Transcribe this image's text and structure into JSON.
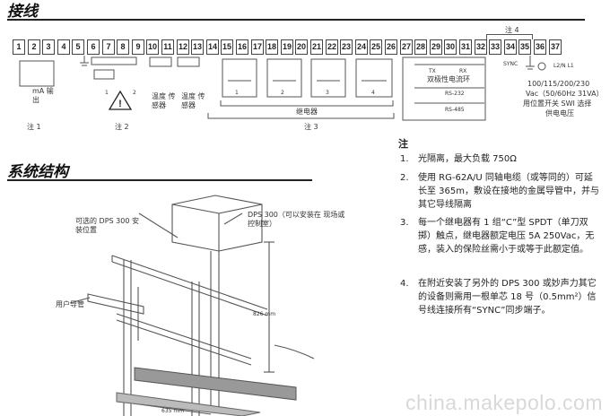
{
  "wiring": {
    "title": "接线",
    "note4_label": "注 4",
    "terminals": [
      "1",
      "2",
      "3",
      "4",
      "5",
      "6",
      "7",
      "8",
      "9",
      "10",
      "11",
      "12",
      "13",
      "14",
      "15",
      "16",
      "17",
      "18",
      "19",
      "20",
      "21",
      "22",
      "23",
      "24",
      "25",
      "26",
      "27",
      "28",
      "29",
      "30",
      "31",
      "32",
      "33",
      "34",
      "35",
      "36",
      "37"
    ],
    "ma_output_label": "mA 输出",
    "temp_sensor_1": "温度 传感器",
    "temp_sensor_2": "温度 传感器",
    "relay_label": "继电器",
    "relay_numbers": [
      "1",
      "2",
      "3",
      "4"
    ],
    "current_loop_label": "双极性电流环",
    "tx_label": "TX",
    "rx_label": "RX",
    "rs232_label": "RS-232",
    "rs485_label": "RS-485",
    "sync_label": "SYNC",
    "power_terms": "L2/N L1",
    "power_voltage": "100/115/200/230",
    "power_freq": "Vac（50/60Hz 31VA）",
    "power_select": "用位置开关 SWI 选择",
    "power_supply": "供电电压",
    "note1_label": "注 1",
    "note2_label": "注 2",
    "note3_label": "注 3",
    "warning_numbers": [
      "1",
      "2"
    ]
  },
  "structure": {
    "title": "系统结构",
    "optional_dps": "可选的 DPS 300 安装位置",
    "dps_callout": "DPS 300（可以安装在 现场或控制室）",
    "user_conduit": "用户导管",
    "dim_vertical": "826 mm",
    "dim_horizontal": "635 mm"
  },
  "notes": {
    "heading": "注",
    "items": [
      {
        "num": "1.",
        "text": "光隔离，最大负载 750Ω"
      },
      {
        "num": "2.",
        "text": "使用 RG-62A/U 同轴电缆（或等同的）可延长至 365m，敷设在接地的金属导管中，并与其它导线隔离"
      },
      {
        "num": "3.",
        "text": "每一个继电器有 1 组“C”型 SPDT（单刀双掷）触点，继电器额定电压 5A 250Vac，无感，装入的保险丝需小于或等于此额定值。"
      },
      {
        "num": "4.",
        "text": "在附近安装了另外的 DPS 300 或妙声力其它的设备则需用一根单芯 18 号（0.5mm²）信号线连接所有“SYNC”同步端子。"
      }
    ]
  },
  "watermark": "china.makepolo.com"
}
